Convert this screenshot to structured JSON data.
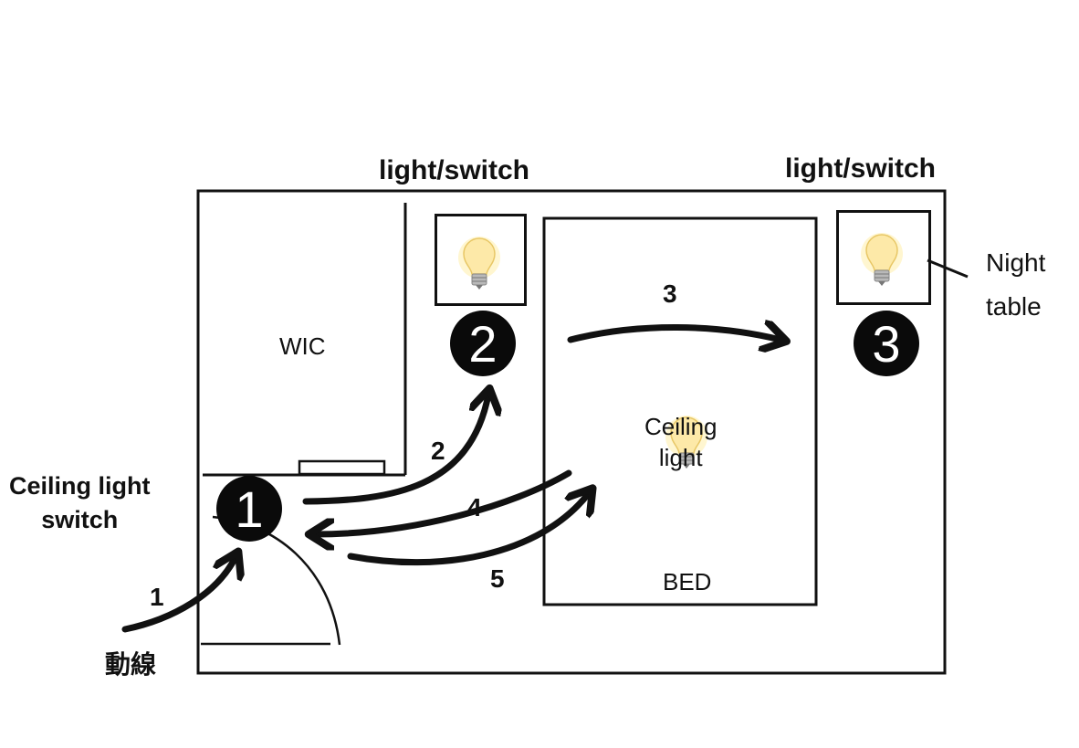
{
  "labels": {
    "light_switch_left": "light/switch",
    "light_switch_right": "light/switch",
    "night_table": "Night\ntable",
    "wic": "WIC",
    "ceiling_light": "Ceiling\nlight",
    "bed": "BED",
    "ceiling_light_switch": "Ceiling light\nswitch",
    "flow_line": "動線"
  },
  "badges": [
    "1",
    "2",
    "3"
  ],
  "steps": [
    "1",
    "2",
    "3",
    "4",
    "5"
  ],
  "icons": [
    "light-bulb-icon",
    "light-bulb-icon",
    "light-bulb-icon"
  ],
  "colors": {
    "ink": "#111111",
    "bulb_glass": "#fde9a8",
    "bulb_glow": "#fff6d0",
    "bulb_base": "#b9b9b9"
  }
}
